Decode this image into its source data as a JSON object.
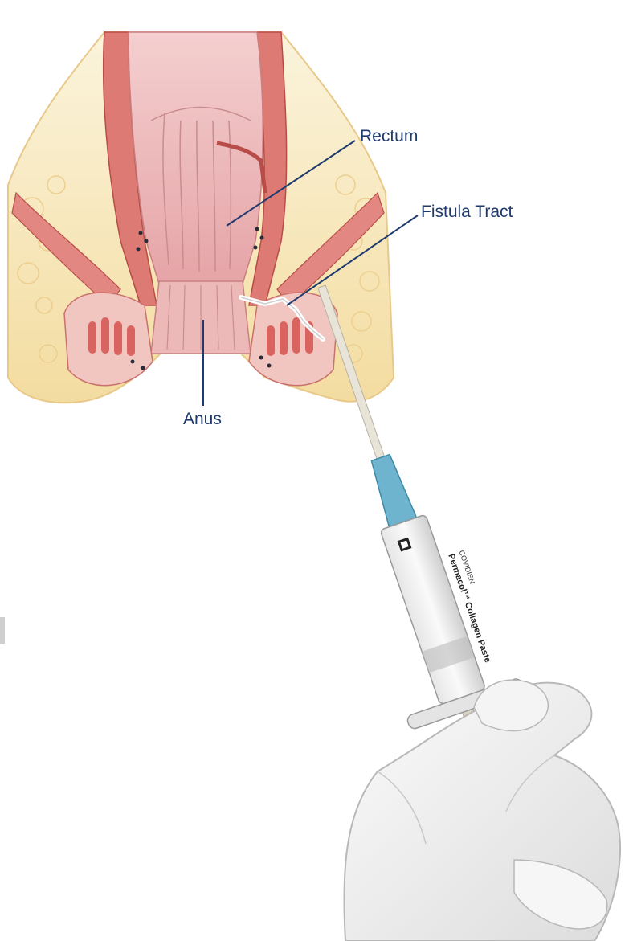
{
  "labels": {
    "rectum": "Rectum",
    "fistula_tract": "Fistula Tract",
    "anus": "Anus"
  },
  "syringe": {
    "brand_line": "COVIDIEN",
    "product_name": "Permacol™ Collagen Paste"
  },
  "colors": {
    "label_text": "#1e3a6e",
    "leader_line": "#1e3a6e",
    "mucosa": "#e9a8a6",
    "fat": "#f6e7b8",
    "muscle": "#d9635f",
    "needle_hub": "#6fb4cf",
    "glove": "#f2f2f2"
  }
}
